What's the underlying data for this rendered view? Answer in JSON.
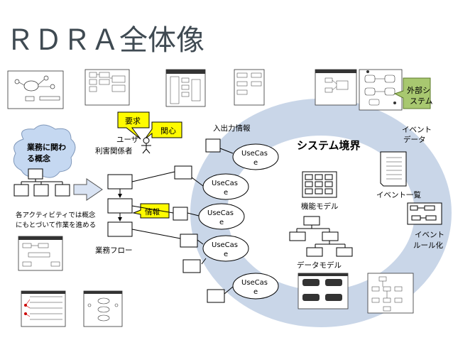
{
  "title": "ＲＤＲＡ全体像",
  "cloud_label": "業務に関わる概念",
  "callouts": {
    "request": "要求",
    "concern": "関心",
    "info": "情報",
    "external_system": "外部システム"
  },
  "labels": {
    "user": "ユーザ",
    "stakeholder": "利害関係者",
    "io_info": "入出力情報",
    "system_boundary": "システム境界",
    "event_data": "イベントデータ",
    "event_list": "イベント一覧",
    "function_model": "機能モデル",
    "event_rule": "イベントルール化",
    "data_model": "データモデル",
    "activity_note": "各アクティビティでは概念にもとづいて作業を進める",
    "business_flow": "業務フロー"
  },
  "usecase_label": "UseCase",
  "colors": {
    "title": "#3f4a52",
    "ring": "#c9d6e8",
    "cloud_fill": "#c5d8f1",
    "callout_yellow": "#fffb00",
    "callout_green": "#a8c870",
    "arrow_fill": "#d9e3f3",
    "line": "#000000"
  }
}
